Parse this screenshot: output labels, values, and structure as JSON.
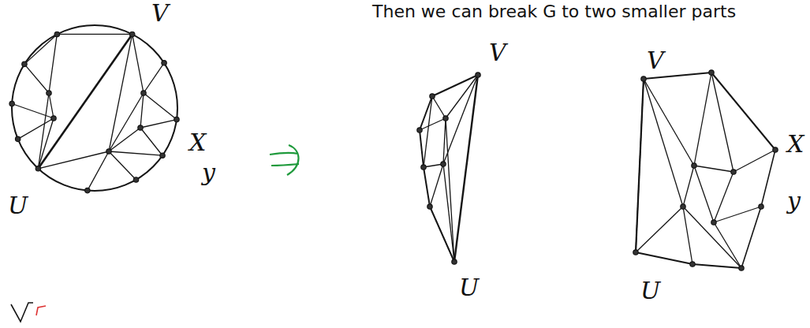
{
  "diagram": {
    "title": "Then we can break G to two smaller parts",
    "labels": [
      "V",
      "X",
      "y",
      "U",
      "V",
      "U",
      "V",
      "X",
      "y",
      "U"
    ]
  }
}
